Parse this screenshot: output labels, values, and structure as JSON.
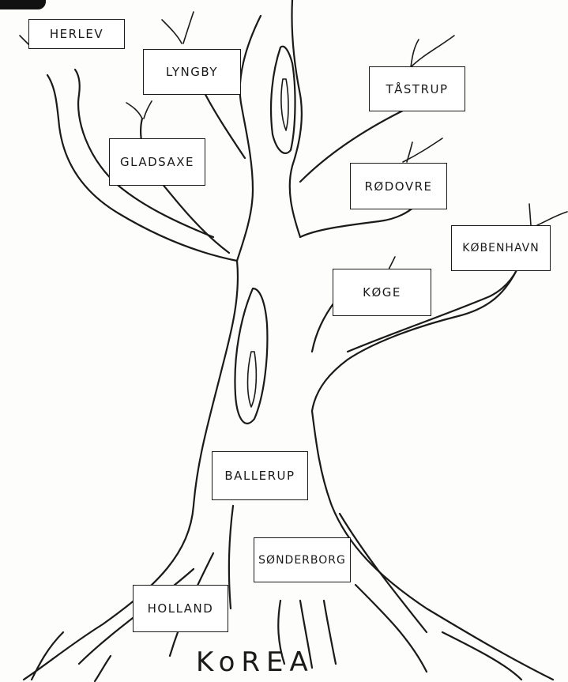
{
  "diagram": {
    "branch_labels": {
      "herlev": "HERLEV",
      "lyngby": "LYNGBY",
      "taastrup": "TÅSTRUP",
      "gladsaxe": "GLADSAXE",
      "roedovre": "RØDOVRE",
      "koebenhavn": "KØBENHAVN",
      "koege": "KØGE",
      "ballerup": "BALLERUP",
      "soenderborg": "SØNDERBORG",
      "holland": "HOLLAND"
    },
    "root_label": "KoREA"
  }
}
